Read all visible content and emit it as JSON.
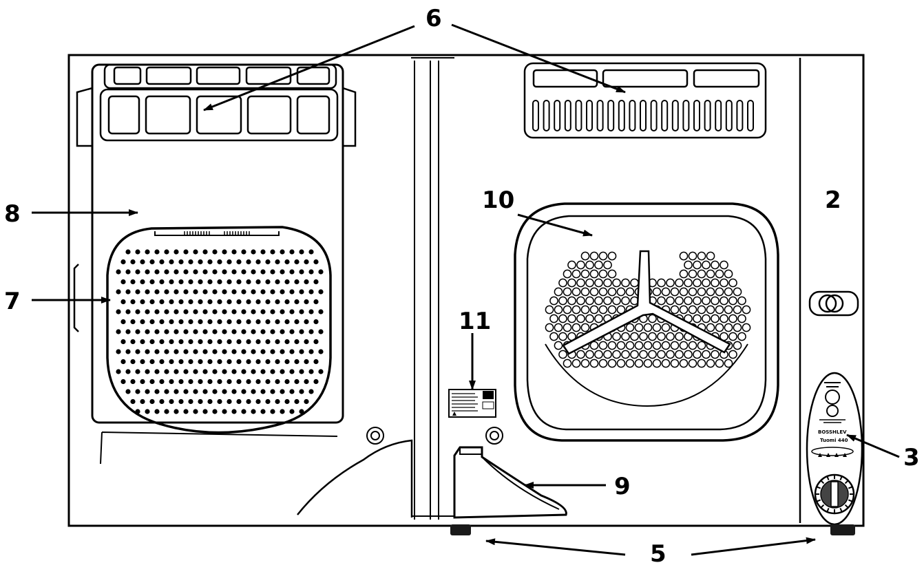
{
  "colors": {
    "line": "#000000",
    "paper": "#ffffff",
    "feet": "#1a1a1a"
  },
  "callouts": {
    "c2": "2",
    "c3": "3",
    "c5": "5",
    "c6": "6",
    "c7": "7",
    "c8": "8",
    "c9": "9",
    "c10": "10",
    "c11": "11"
  },
  "control_panel": {
    "brand": "BOSSHLEV",
    "model": "Tuomi 440"
  }
}
